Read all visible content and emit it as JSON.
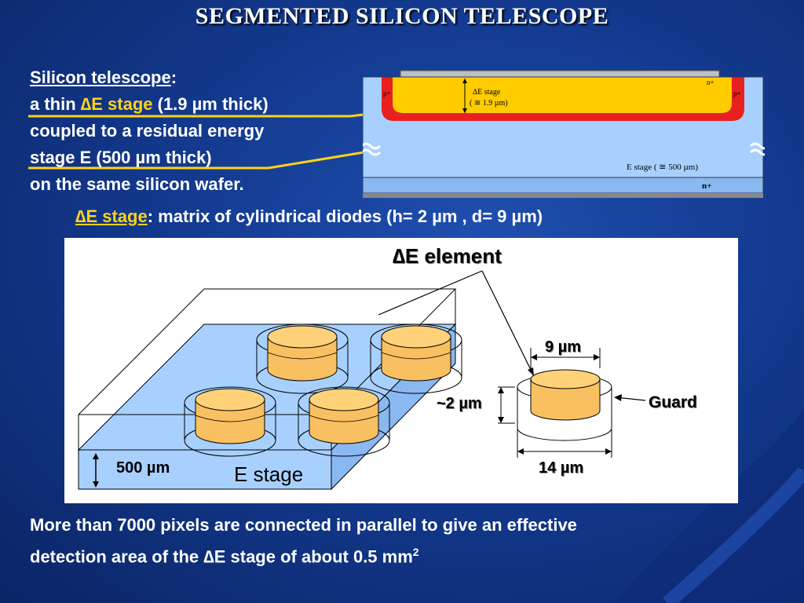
{
  "title": "SEGMENTED SILICON TELESCOPE",
  "intro": {
    "heading": "Silicon telescope",
    "colon": ":",
    "line1_prefix": "a thin ",
    "line1_highlight": "∆E stage",
    "line1_suffix": " (1.9 µm thick)",
    "line2": "coupled to a residual energy",
    "line3": "stage E (500 µm thick)",
    "line4": "on the same silicon wafer."
  },
  "cross_section": {
    "de_stage_label": "∆E stage",
    "de_thickness_label": "( ≅ 1.9 µm)",
    "e_stage_label": "E stage ( ≅ 500 µm)",
    "p_plus_left": "p+",
    "p_plus_right": "p+",
    "n_plus_top": "n+",
    "n_plus_bottom": "n+",
    "colors": {
      "substrate": "#a8d0ff",
      "de_layer": "#ffcc00",
      "p_plus": "#e82020",
      "metal": "#c0c0c0"
    }
  },
  "subtitle": {
    "highlight": "∆E stage",
    "text": ": matrix of cylindrical diodes (h=  2 µm , d= 9 µm)"
  },
  "diagram": {
    "de_element_label": "∆E element",
    "dim_9": "9 µm",
    "dim_2": "~2 µm",
    "dim_14": "14 µm",
    "guard_label": "Guard",
    "thickness_label": "500 µm",
    "e_stage_label": "E stage",
    "colors": {
      "diode_top": "#ffd27a",
      "diode_side": "#f8c060",
      "block_top": "#a8d0ff"
    }
  },
  "footer": {
    "line1": "More than 7000 pixels are connected in parallel to give an effective",
    "line2_text": "detection area of the ∆E stage of about 0.5 mm",
    "line2_sup": "2"
  }
}
